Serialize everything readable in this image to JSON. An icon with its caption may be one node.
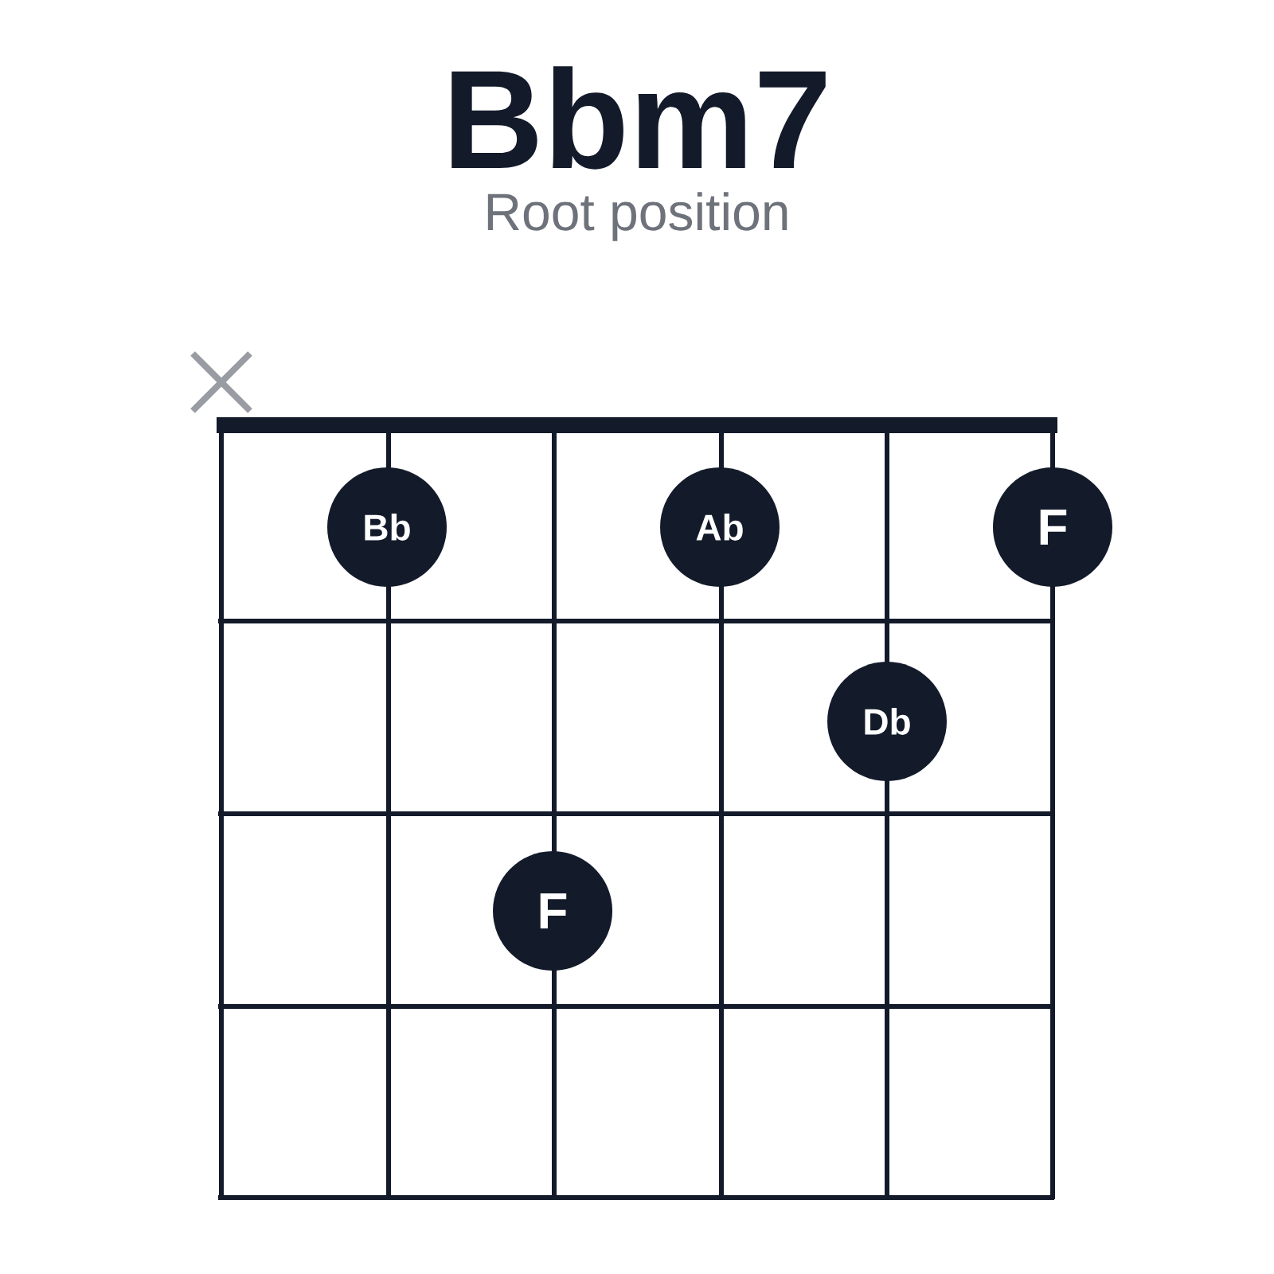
{
  "diagram": {
    "title": "Bbm7",
    "caption": "Root position",
    "nodes": [
      {
        "text": [
          "Bb"
        ]
      },
      {
        "text": [
          "Ab"
        ]
      },
      {
        "text": [
          "F"
        ]
      },
      {
        "text": [
          "Db"
        ]
      },
      {
        "text": [
          "F"
        ]
      }
    ]
  }
}
